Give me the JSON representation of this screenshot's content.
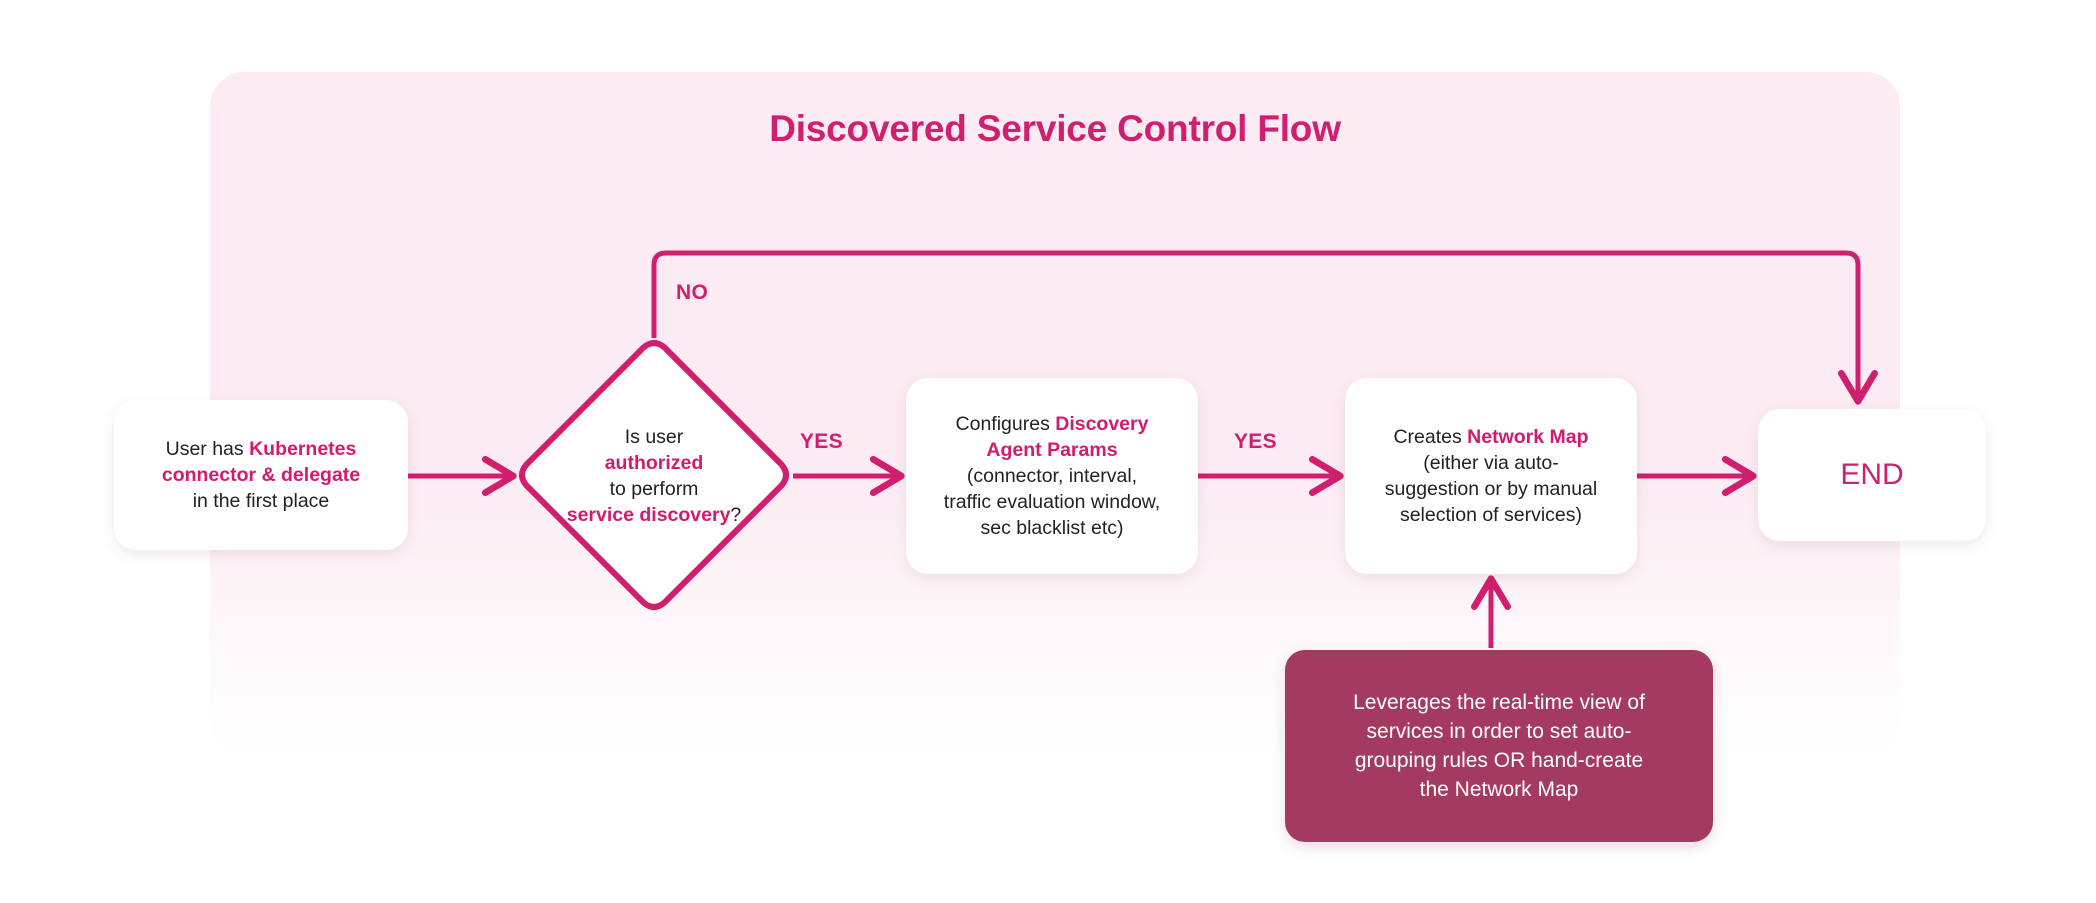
{
  "diagram": {
    "title": "Discovered Service Control Flow",
    "theme": {
      "accent": "#cf1f6e",
      "accent_strong": "#d31b6d",
      "panel_bg": "#fcebf3",
      "note_bg": "#a43a60",
      "node_bg": "#ffffff",
      "text": "#222222",
      "note_text": "#ffffff",
      "page_bg": "#ffffff"
    },
    "nodes": {
      "start": {
        "type": "process",
        "line1_plain": "User has ",
        "line1_highlight": "Kubernetes",
        "line2_highlight": "connector & delegate",
        "line3_plain": "in the first place"
      },
      "decision": {
        "type": "decision",
        "line1": "Is user",
        "line2_highlight": "authorized",
        "line3": "to perform",
        "line4_highlight": "service discovery",
        "line4_tail": "?"
      },
      "config": {
        "type": "process",
        "line1_plain": "Configures ",
        "line1_highlight": "Discovery",
        "line2_highlight": "Agent Params",
        "line3": "(connector, interval,",
        "line4": "traffic evaluation window,",
        "line5": "sec blacklist etc)"
      },
      "netmap": {
        "type": "process",
        "line1_plain": "Creates ",
        "line1_highlight": "Network Map",
        "line2": "(either via auto-",
        "line3": "suggestion or by manual",
        "line4": "selection of services)"
      },
      "end": {
        "type": "terminator",
        "label": "END"
      },
      "note": {
        "type": "annotation",
        "line1": "Leverages the real-time view of",
        "line2": "services in order to set auto-",
        "line3": "grouping rules OR hand-create",
        "line4": "the Network Map"
      }
    },
    "edges": [
      {
        "id": "start-to-decision",
        "from": "start",
        "to": "decision",
        "label": ""
      },
      {
        "id": "decision-yes-config",
        "from": "decision",
        "to": "config",
        "label": "YES"
      },
      {
        "id": "config-yes-netmap",
        "from": "config",
        "to": "netmap",
        "label": "YES"
      },
      {
        "id": "netmap-to-end",
        "from": "netmap",
        "to": "end",
        "label": ""
      },
      {
        "id": "decision-no-end",
        "from": "decision",
        "to": "end",
        "label": "NO"
      },
      {
        "id": "note-to-netmap",
        "from": "note",
        "to": "netmap",
        "label": ""
      }
    ],
    "labels": {
      "no": "NO",
      "yes_first": "YES",
      "yes_second": "YES"
    }
  }
}
